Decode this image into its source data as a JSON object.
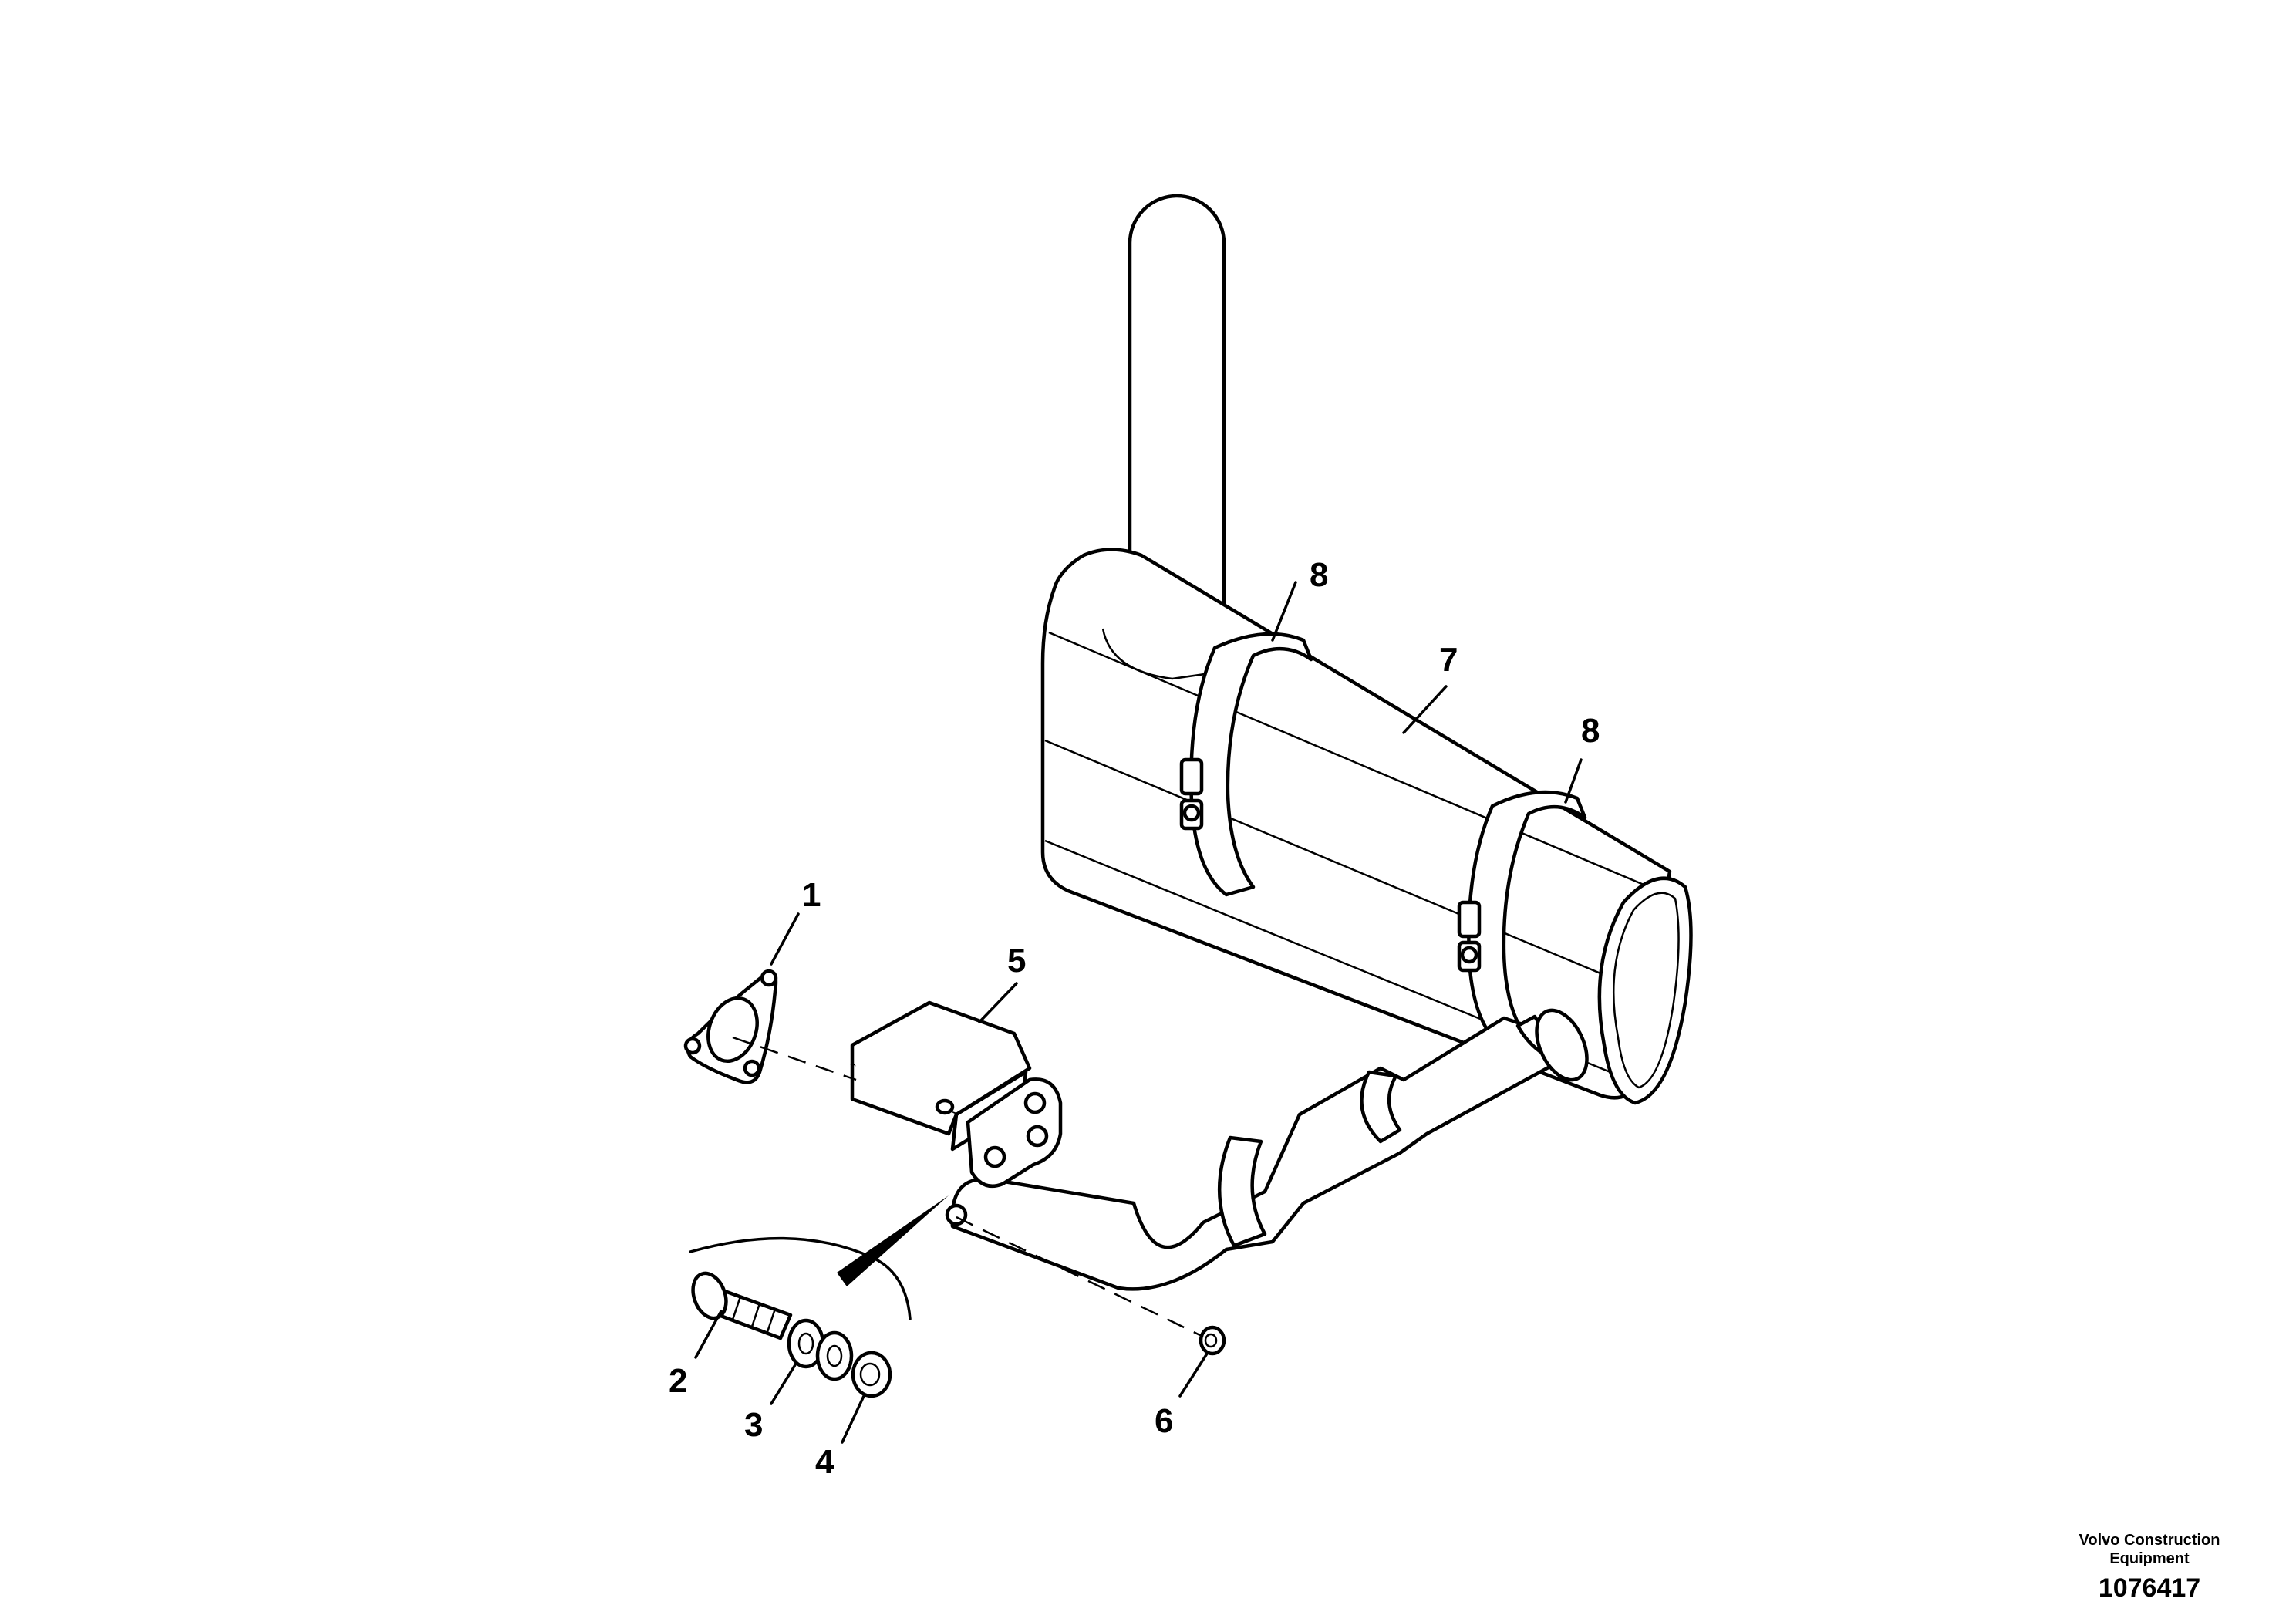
{
  "callouts": {
    "c1": "1",
    "c2": "2",
    "c3": "3",
    "c4": "4",
    "c5": "5",
    "c6": "6",
    "c7": "7",
    "c8a": "8",
    "c8b": "8"
  },
  "footer": {
    "brand_line1": "Volvo Construction",
    "brand_line2": "Equipment",
    "drawing_number": "1076417"
  }
}
